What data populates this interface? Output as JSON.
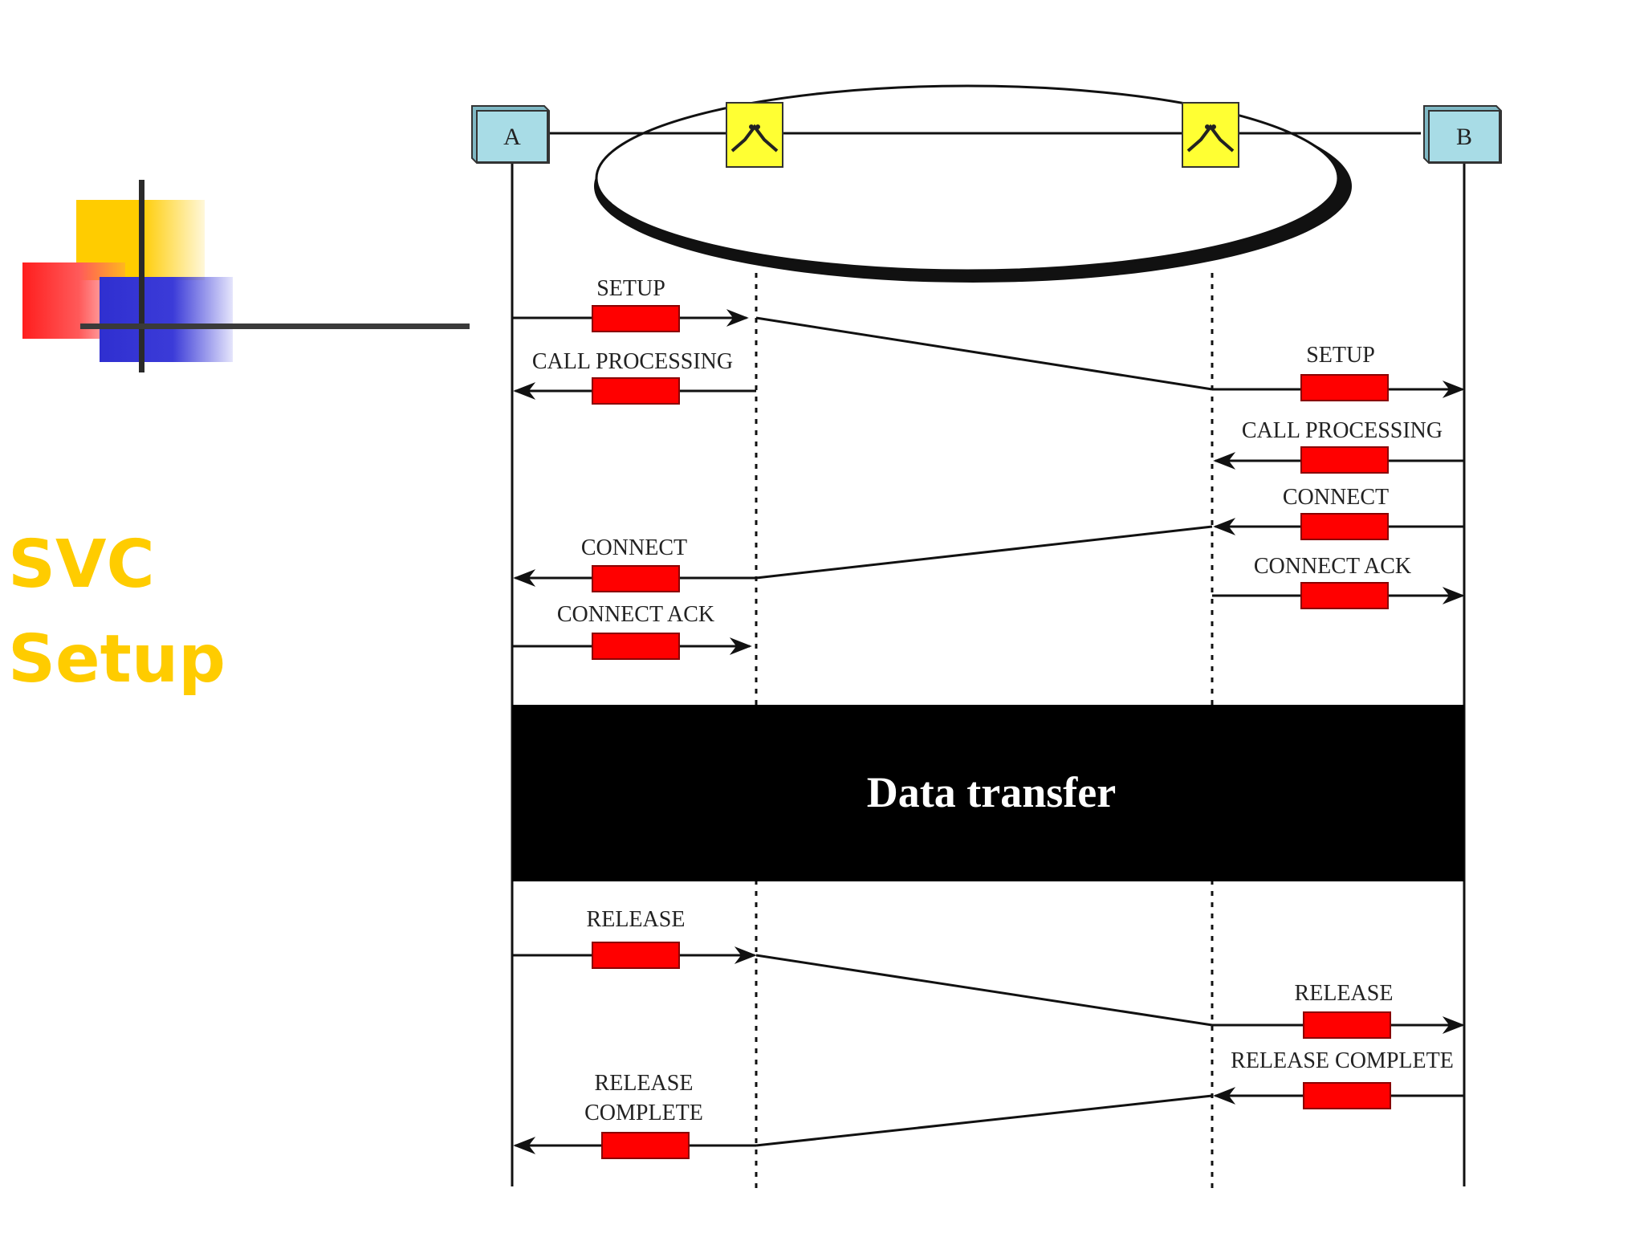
{
  "slide": {
    "title_line1": "SVC",
    "title_line2": "Setup",
    "accent_yellow": "#ffcc00",
    "accent_red": "#ff1e1e",
    "accent_blue": "#3333cc"
  },
  "diagram": {
    "endpoint_a": "A",
    "endpoint_b": "B",
    "switch_icon": "atm-switch-icon",
    "data_transfer": "Data transfer",
    "message_box_color": "#ff0000",
    "switch_color": "#ffff33",
    "endpoint_color": "#a8dce6",
    "messages": {
      "setup_a": "SETUP",
      "call_processing_a": "CALL PROCESSING",
      "setup_b": "SETUP",
      "call_processing_b": "CALL PROCESSING",
      "connect_b": "CONNECT",
      "connect_a": "CONNECT",
      "connect_ack_b": "CONNECT ACK",
      "connect_ack_a": "CONNECT ACK",
      "release_a": "RELEASE",
      "release_b": "RELEASE",
      "release_complete_b": "RELEASE COMPLETE",
      "release_complete_a_line1": "RELEASE",
      "release_complete_a_line2": "COMPLETE"
    }
  }
}
